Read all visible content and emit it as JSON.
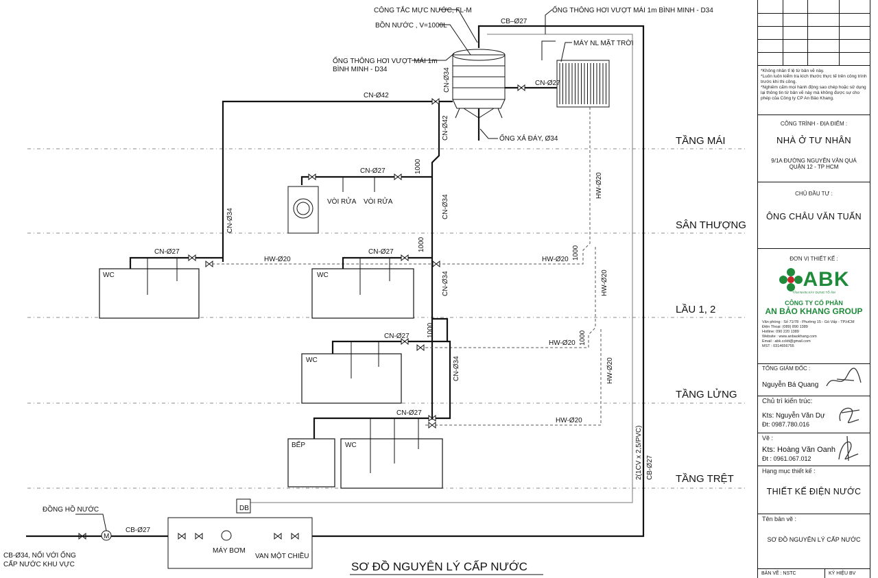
{
  "drawing": {
    "title": "SƠ ĐỒ NGUYÊN LÝ CẤP NƯỚC",
    "floors": [
      "TẦNG MÁI",
      "SÂN THƯỢNG",
      "LẦU 1, 2",
      "TẦNG LỬNG",
      "TẦNG TRỆT"
    ],
    "tank_labels": {
      "level_switch": "CÔNG TẮC MỰC NƯỚC, FL-M",
      "tank": "BỒN NƯỚC , V=1000L",
      "vent_right": "ỐNG THÔNG HƠI VƯỢT MÁI 1m BÌNH MINH - D34",
      "vent_left_1": "ỐNG THÔNG HƠI VƯỢT MÁI 1m",
      "vent_left_2": "BÌNH MINH - D34",
      "drain": "ỐNG XẢ ĐÁY, Ø34",
      "solar": "MÁY NL MẶT TRỜI"
    },
    "pipes": {
      "cb27": "CB–Ø27",
      "cn27": "CN-Ø27",
      "cn42": "CN-Ø42",
      "cn34": "CN-Ø34",
      "hw20": "HW-Ø20",
      "cb27_main": "CB-Ø27",
      "elec": "2(1CV x 2,5/PVC)",
      "riser_1000": "1000"
    },
    "fixtures": {
      "faucet": "VÒI RỬA",
      "wc": "WC",
      "kitchen": "BẾP",
      "pump": "MÁY BƠM",
      "check_valve": "VAN MỘT CHIỀU",
      "meter": "ĐỒNG HỒ NƯỚC",
      "db": "DB",
      "meter_symbol": "M",
      "source_1": "CB-Ø34, NỐI VỚI ỐNG",
      "source_2": "CẤP NƯỚC KHU VỰC"
    }
  },
  "title_block": {
    "notes": [
      "*Không nhân tỉ lệ từ bản vẽ này.",
      "*Luôn luôn kiểm tra kích thước thực tế trên công trình trước khi thi công.",
      "*Nghiêm cấm mọi hành động sao chép hoặc sử dụng lại thông tin từ bản vẽ này mà không được sự cho phép của Công ty CP An Bảo Khang."
    ],
    "project_label": "CÔNG TRÌNH - ĐỊA ĐIỂM :",
    "project_name": "NHÀ Ở TƯ NHÂN",
    "address_1": "9/1A ĐƯỜNG NGUYỄN VĂN QUÁ",
    "address_2": "QUẬN 12 - TP HCM",
    "owner_label": "CHỦ ĐẦU TƯ :",
    "owner_name": "ÔNG CHÂU VĂN TUẤN",
    "designer_label": "ĐƠN VỊ THIẾT KẾ :",
    "logo_text": "ABK",
    "logo_sub": "TẦM NHÌN XÂY DỰNG TỔ ẤM",
    "company_1": "CÔNG TY CỔ PHẦN",
    "company_2": "AN BẢO KHANG GROUP",
    "company_info": [
      "Văn phòng : Số 71/78 - Phường 15 - Gò Vấp - TP.HCM",
      "Điện Thoại: (089) 890 1389",
      "Hotline: 090 220 1389",
      "Website : www.anbaokhang.com",
      "Email : abk.ccktt@gmail.com",
      "MST : 0314656755"
    ],
    "director_label": "TỔNG GIÁM ĐỐC :",
    "director_name": "Nguyễn Bá Quang",
    "architect_label": "Chủ trì kiến trúc:",
    "architect_name": "Kts: Nguyễn Văn Dự",
    "architect_phone": "Đt: 0987.780.016",
    "drawn_label": "Vẽ :",
    "drawn_name": "Kts: Hoàng Văn Oanh",
    "drawn_phone": "Đt : 0961.067.012",
    "category_label": "Hạng mục thiết kế :",
    "category_name": "THIẾT KẾ ĐIỆN NƯỚC",
    "sheet_label": "Tên bản vẽ :",
    "sheet_name": "SƠ ĐỒ NGUYÊN LÝ CẤP NƯỚC",
    "bottom_left": "BẢN VẼ : NSTC",
    "bottom_right": "KÝ HIỆU BV"
  }
}
